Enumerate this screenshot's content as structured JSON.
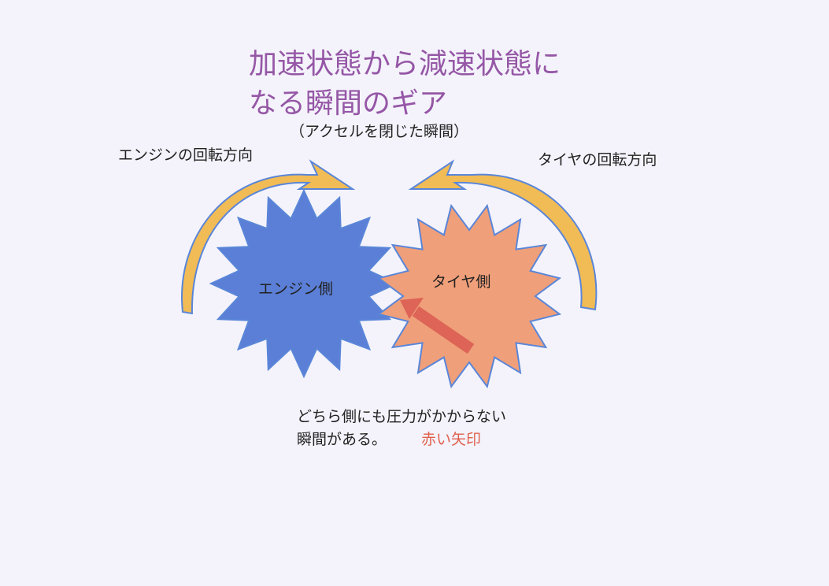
{
  "title": {
    "line1": "加速状態から減速状態に",
    "line2": "なる瞬間のギア"
  },
  "subtitle": "（アクセルを閉じた瞬間）",
  "engine_direction_label": "エンジンの回転方向",
  "tire_direction_label": "タイヤの回転方向",
  "engine_gear_label": "エンジン側",
  "tire_gear_label": "タイヤ側",
  "note": {
    "line1": "どちら側にも圧力がかからない",
    "line2": "瞬間がある。",
    "red_arrow_label": "赤い矢印"
  },
  "colors": {
    "engine_gear": "#5b7fd6",
    "tire_gear": "#ef9f7a",
    "rotation_arrow": "#f1bb55",
    "outline": "#5a86d8",
    "red_arrow": "#dd6456",
    "title": "#9557a6"
  }
}
